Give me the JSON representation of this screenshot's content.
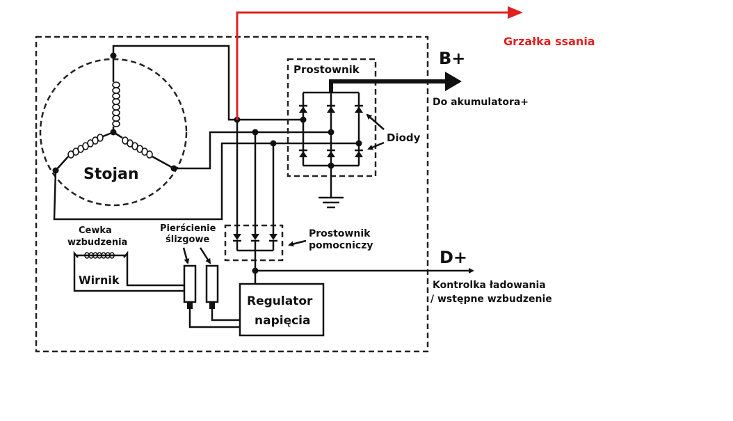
{
  "labels": {
    "heater": "Grzałka ssania",
    "b_plus": "B+",
    "b_plus_desc": "Do akumulatora+",
    "rectifier": "Prostownik",
    "diodes": "Diody",
    "stator": "Stojan",
    "aux_rectifier_1": "Prostownik",
    "aux_rectifier_2": "pomocniczy",
    "d_plus": "D+",
    "d_plus_desc_1": "Kontrolka ładowania",
    "d_plus_desc_2": "/ wstępne wzbudzenie",
    "field_coil_1": "Cewka",
    "field_coil_2": "wzbudzenia",
    "slip_rings_1": "Pierścienie",
    "slip_rings_2": "ślizgowe",
    "rotor": "Wirnik",
    "regulator_1": "Regulator",
    "regulator_2": "napięcia"
  },
  "colors": {
    "heater_wire": "#e02020",
    "ink": "#111111"
  }
}
